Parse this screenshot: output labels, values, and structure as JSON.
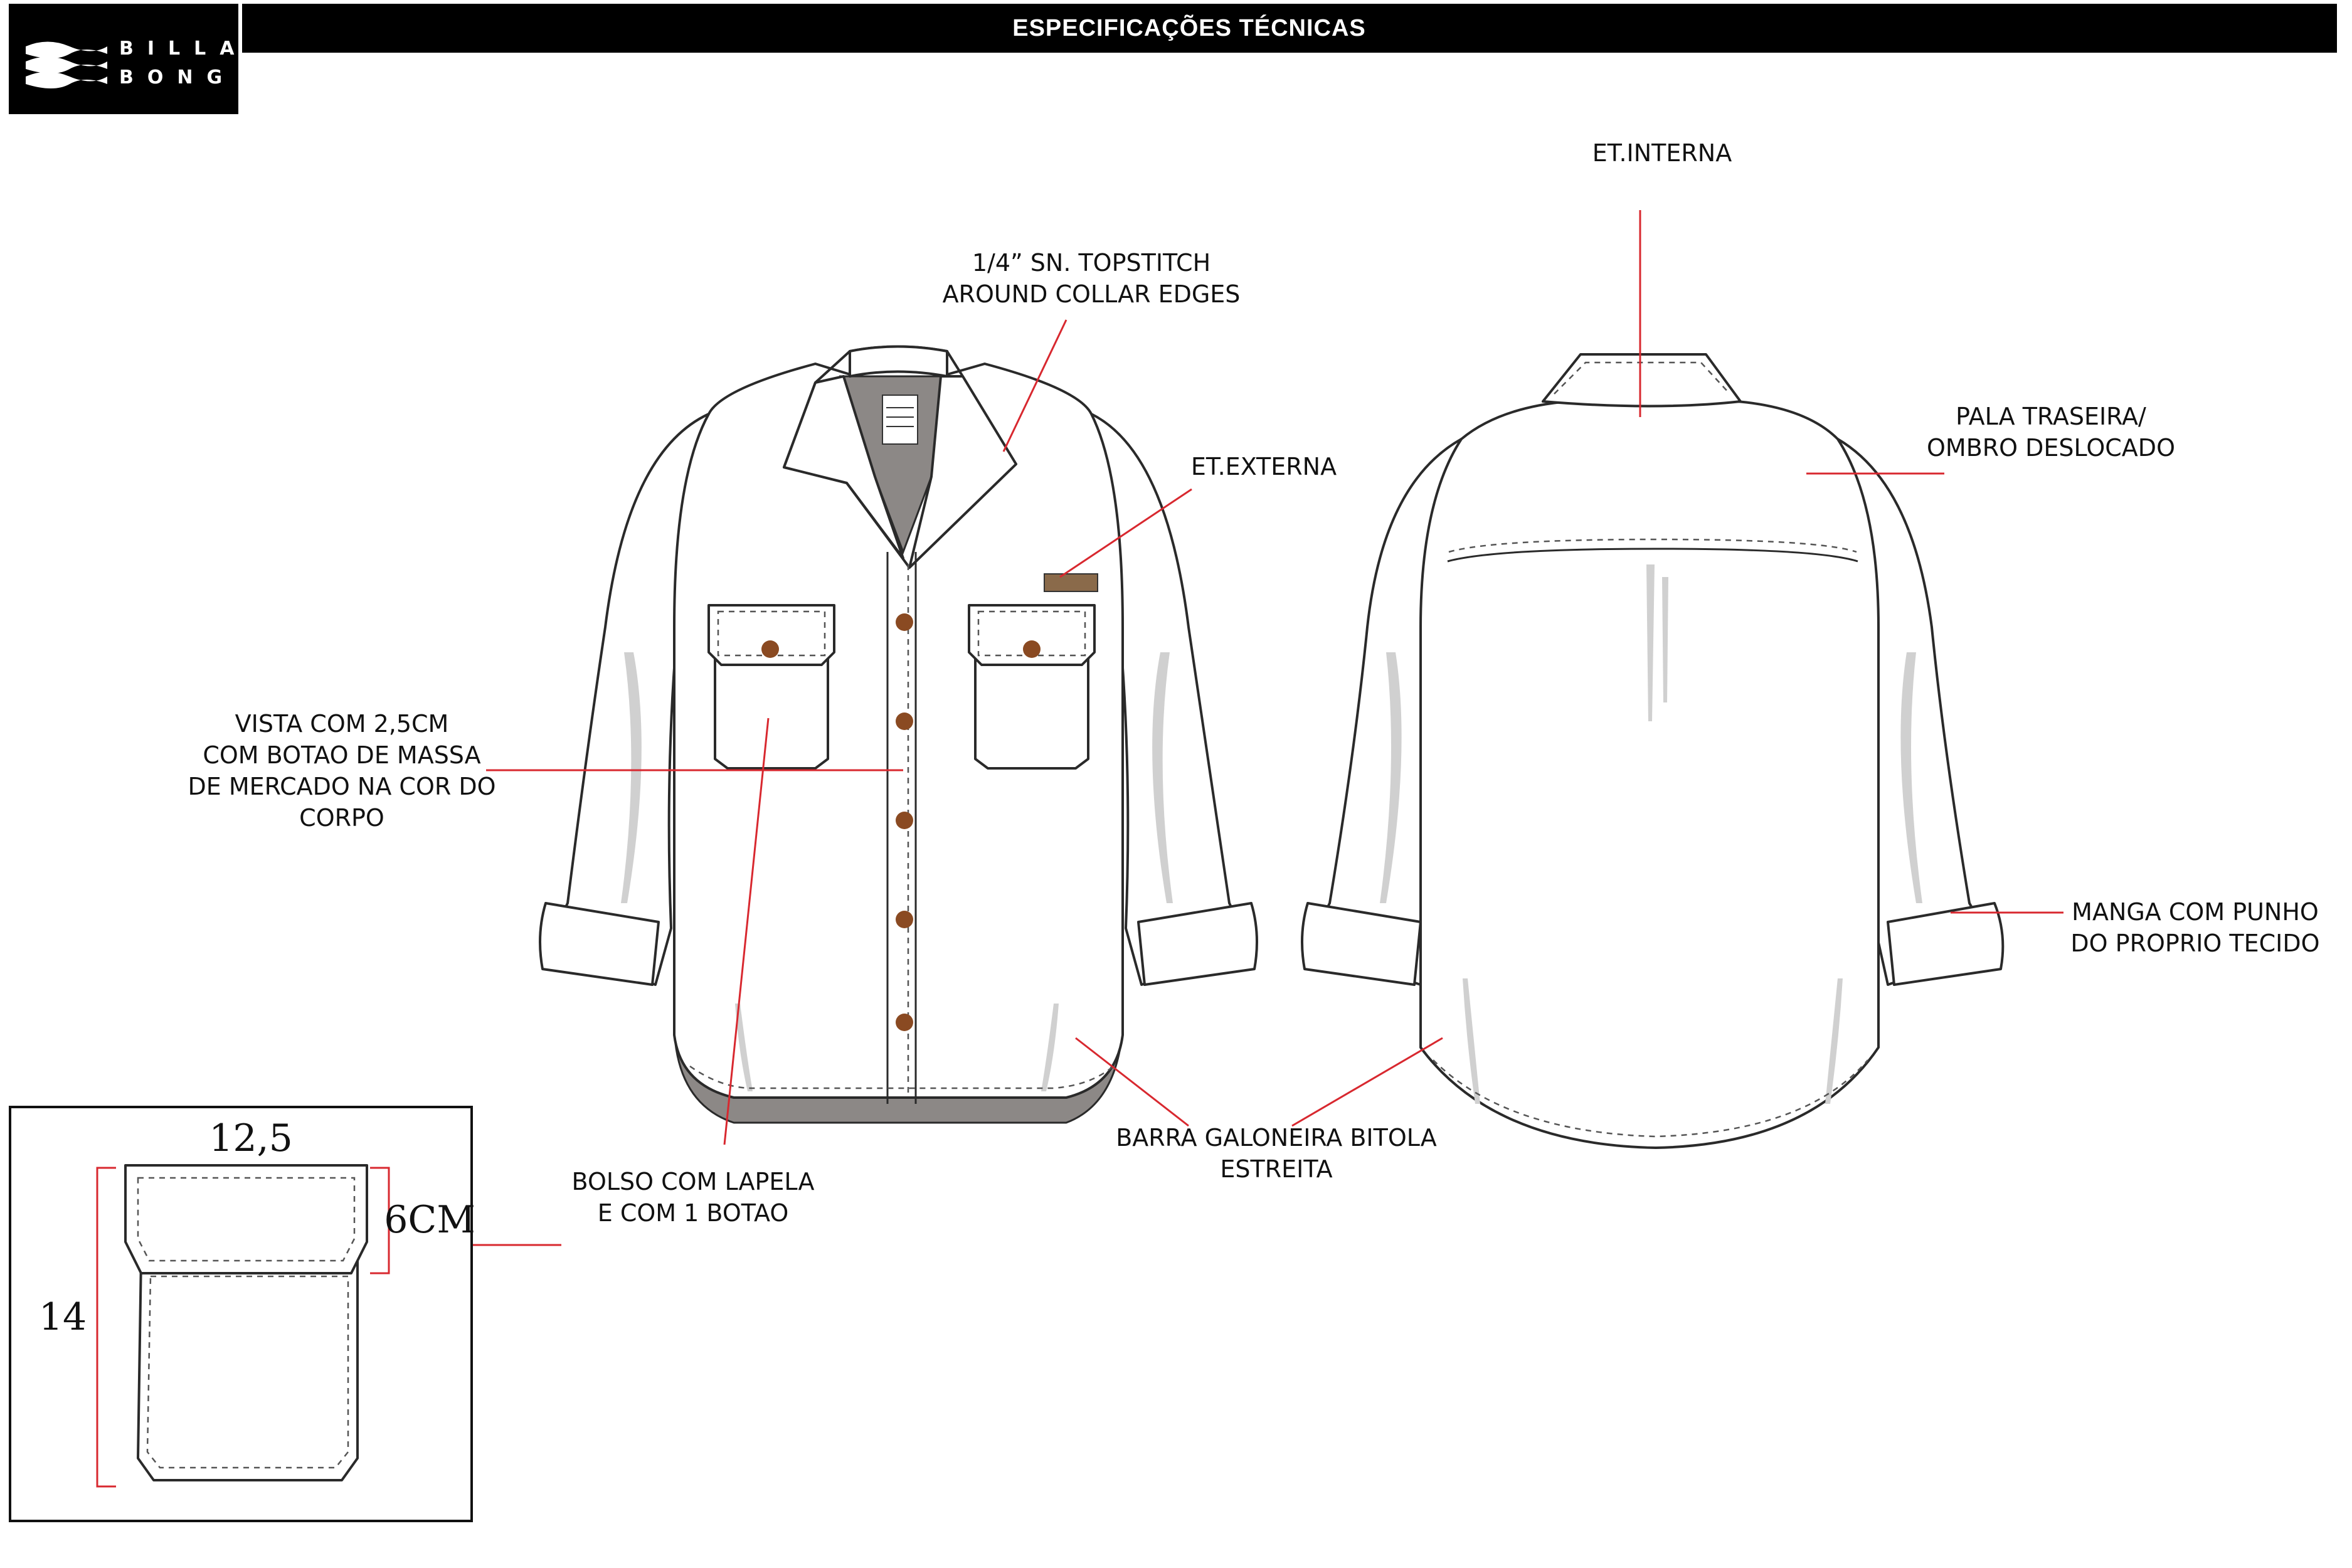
{
  "header": {
    "title": "ESPECIFICAÇÕES TÉCNICAS",
    "logo_line1": "BILLA",
    "logo_line2": "BONG"
  },
  "annotations": {
    "topstitch_line1": "1/4” SN. TOPSTITCH",
    "topstitch_line2": "AROUND COLLAR EDGES",
    "et_externa": "ET.EXTERNA",
    "et_interna": "ET.INTERNA",
    "pala_line1": "PALA TRASEIRA/",
    "pala_line2": "OMBRO DESLOCADO",
    "vista_line1": "VISTA COM 2,5CM",
    "vista_line2": "COM BOTAO DE MASSA",
    "vista_line3": "DE MERCADO NA COR DO",
    "vista_line4": "CORPO",
    "manga_line1": "MANGA COM PUNHO",
    "manga_line2": "DO PROPRIO TECIDO",
    "bolso_line1": "BOLSO COM LAPELA",
    "bolso_line2": "E COM 1 BOTAO",
    "barra_line1": "BARRA GALONEIRA BITOLA",
    "barra_line2": "ESTREITA"
  },
  "pocket_detail": {
    "width": "12,5",
    "height": "14",
    "flap": "6CM"
  },
  "colors": {
    "leader": "#d8282f",
    "button": "#8a4a22",
    "lining": "#8c8886"
  }
}
